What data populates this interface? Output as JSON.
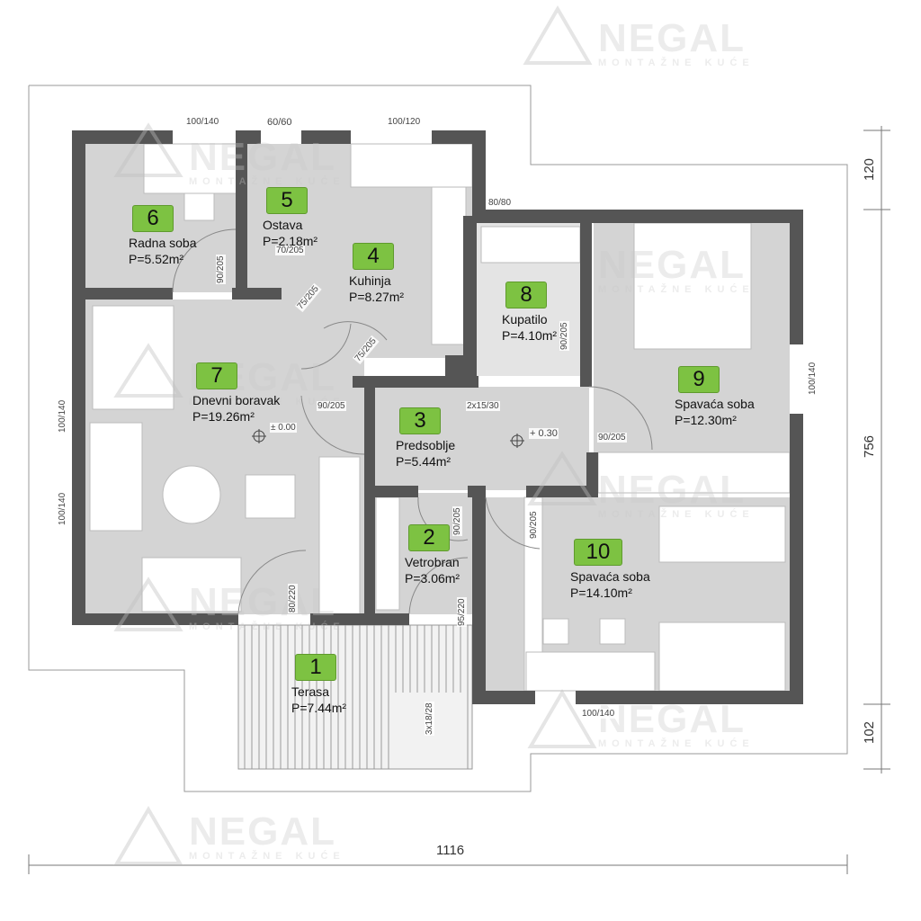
{
  "watermark": {
    "brand": "NEGAL",
    "subtitle": "MONTAŽNE KUĆE"
  },
  "rooms": [
    {
      "number": "1",
      "name": "Terasa",
      "area": "P=7.44m²"
    },
    {
      "number": "2",
      "name": "Vetrobran",
      "area": "P=3.06m²"
    },
    {
      "number": "3",
      "name": "Predsoblje",
      "area": "P=5.44m²"
    },
    {
      "number": "4",
      "name": "Kuhinja",
      "area": "P=8.27m²"
    },
    {
      "number": "5",
      "name": "Ostava",
      "area": "P=2.18m²"
    },
    {
      "number": "6",
      "name": "Radna soba",
      "area": "P=5.52m²"
    },
    {
      "number": "7",
      "name": "Dnevni boravak",
      "area": "P=19.26m²"
    },
    {
      "number": "8",
      "name": "Kupatilo",
      "area": "P=4.10m²"
    },
    {
      "number": "9",
      "name": "Spavaća soba",
      "area": "P=12.30m²"
    },
    {
      "number": "10",
      "name": "Spavaća soba",
      "area": "P=14.10m²"
    }
  ],
  "dimensions": {
    "overall_width": "1116",
    "overall_depth": "756",
    "offset_top": "120",
    "offset_bottom": "102"
  },
  "windows": {
    "w_radna": "100/140",
    "w_ostava": "60/60",
    "w_kuhinja": "100/120",
    "w_kupatilo": "80/80",
    "w_spavaca9": "100/140",
    "w_spavaca10": "100/140",
    "w_dnevni1": "100/140",
    "w_dnevni2": "100/140"
  },
  "doors": {
    "d_radna": "90/205",
    "d_ostava": "70/205",
    "d_kuhinja1": "75/205",
    "d_kuhinja2": "75/205",
    "d_dnevni": "90/205",
    "d_kupatilo": "90/205",
    "d_spavaca9": "90/205",
    "d_vetrobran": "90/205",
    "d_spavaca10": "90/205",
    "d_ulaz": "95/220",
    "d_terasa": "80/220"
  },
  "steps": {
    "inner": "2x15/30",
    "terrace": "3x18/28"
  },
  "levels": {
    "ground": "± 0.00",
    "raised": "+ 0.30"
  }
}
